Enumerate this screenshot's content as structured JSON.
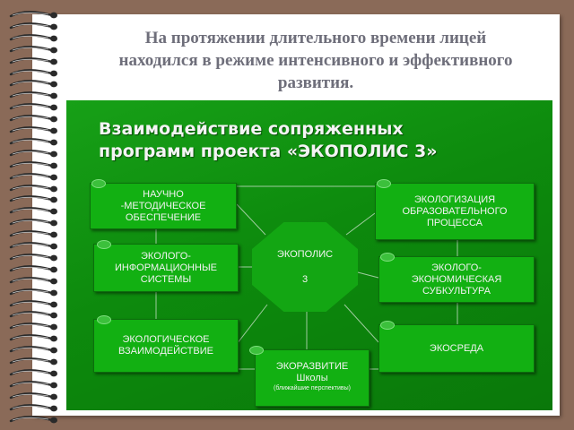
{
  "heading": {
    "line1": "На протяжении длительного времени лицей",
    "line2": "находился  в режиме интенсивного и эффективного",
    "line3": "развития."
  },
  "diagram": {
    "title_line1": "Взаимодействие сопряженных",
    "title_line2": "программ проекта «ЭКОПОЛИС 3»",
    "center": {
      "title": "ЭКОПОЛИС",
      "number": "3"
    },
    "left_boxes": [
      [
        "НАУЧНО",
        "-МЕТОДИЧЕСКОЕ",
        "ОБЕСПЕЧЕНИЕ"
      ],
      [
        "ЭКОЛОГО-",
        "ИНФОРМАЦИОННЫЕ",
        "СИСТЕМЫ"
      ],
      [
        "ЭКОЛОГИЧЕСКОЕ",
        "ВЗАИМОДЕЙСТВИЕ"
      ]
    ],
    "right_boxes": [
      [
        "ЭКОЛОГИЗАЦИЯ",
        "ОБРАЗОВАТЕЛЬНОГО",
        "ПРОЦЕССА"
      ],
      [
        "ЭКОЛОГО-",
        "ЭКОНОМИЧЕСКАЯ",
        "СУБКУЛЬТУРА"
      ],
      [
        "ЭКОСРЕДА"
      ]
    ],
    "bottom_box": {
      "line1": "ЭКОРАЗВИТИЕ",
      "line2": "Школы",
      "line3": "(ближайшие перспективы)"
    }
  },
  "colors": {
    "slide_green": "#0d8a0d",
    "box_green": "#12b012",
    "heading_gray": "#6e6e7a",
    "background_brown": "#8a6a58"
  }
}
